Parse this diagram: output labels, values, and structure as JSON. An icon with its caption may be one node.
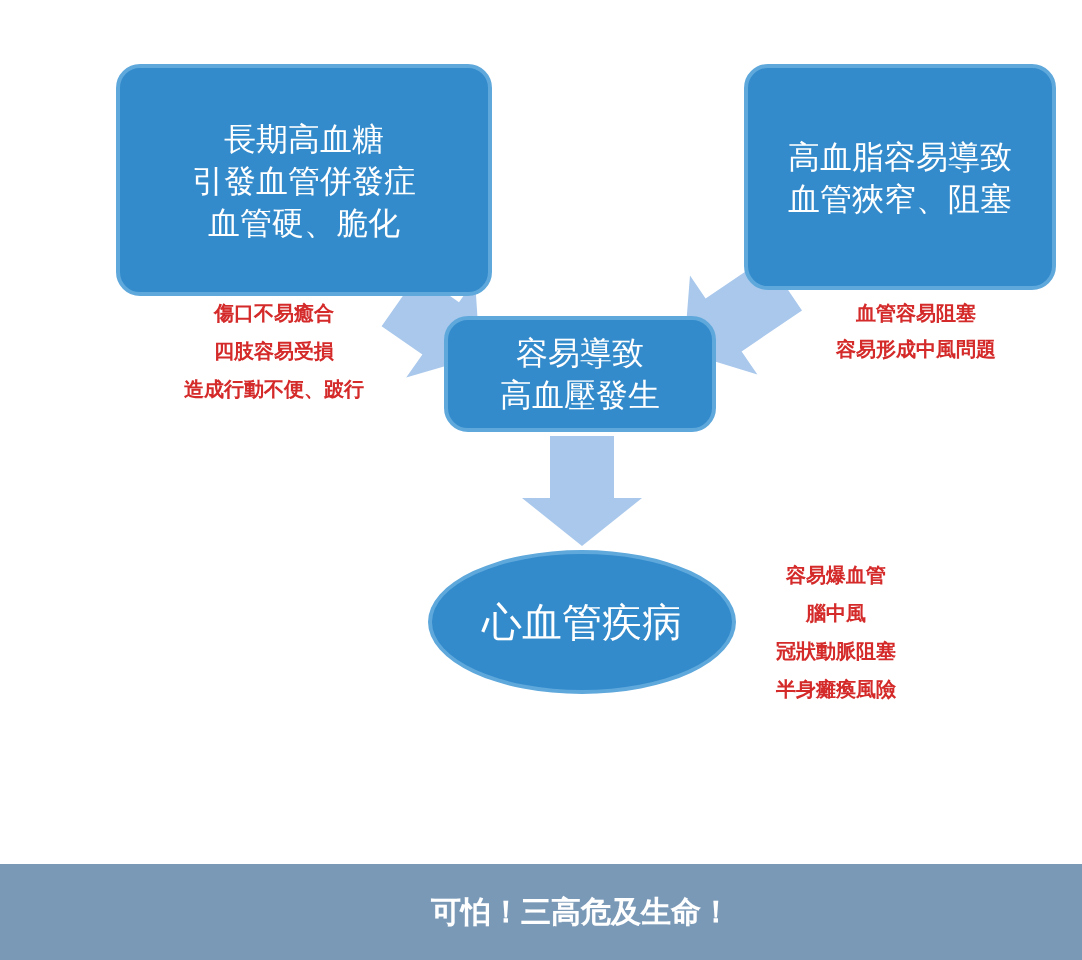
{
  "diagram": {
    "caption": "可怕！三高危及生命！",
    "nodes": [
      {
        "text": [
          "長期高血糖引發血管併發症血管硬、脆化"
        ],
        "beside": [
          "傷口不易癒合",
          "四肢容易受損",
          "造成行動不便、跛行"
        ]
      },
      {
        "text": [
          "高血脂容易導致血管狹窄、阻塞"
        ],
        "beside": [
          "血管容易阻塞",
          "容易形成中風問題"
        ]
      },
      {
        "text": [
          "容易導致高血壓發生"
        ]
      },
      {
        "text": [
          "心血管疾病"
        ],
        "beside": [
          "容易爆血管",
          "腦中風",
          "冠狀動脈阻塞",
          "半身癱瘓風險"
        ]
      }
    ],
    "edges": [
      {
        "from": 0,
        "to": 2,
        "arrow": "to"
      },
      {
        "from": 1,
        "to": 2,
        "arrow": "to"
      },
      {
        "from": 2,
        "to": 3,
        "arrow": "to"
      }
    ]
  }
}
